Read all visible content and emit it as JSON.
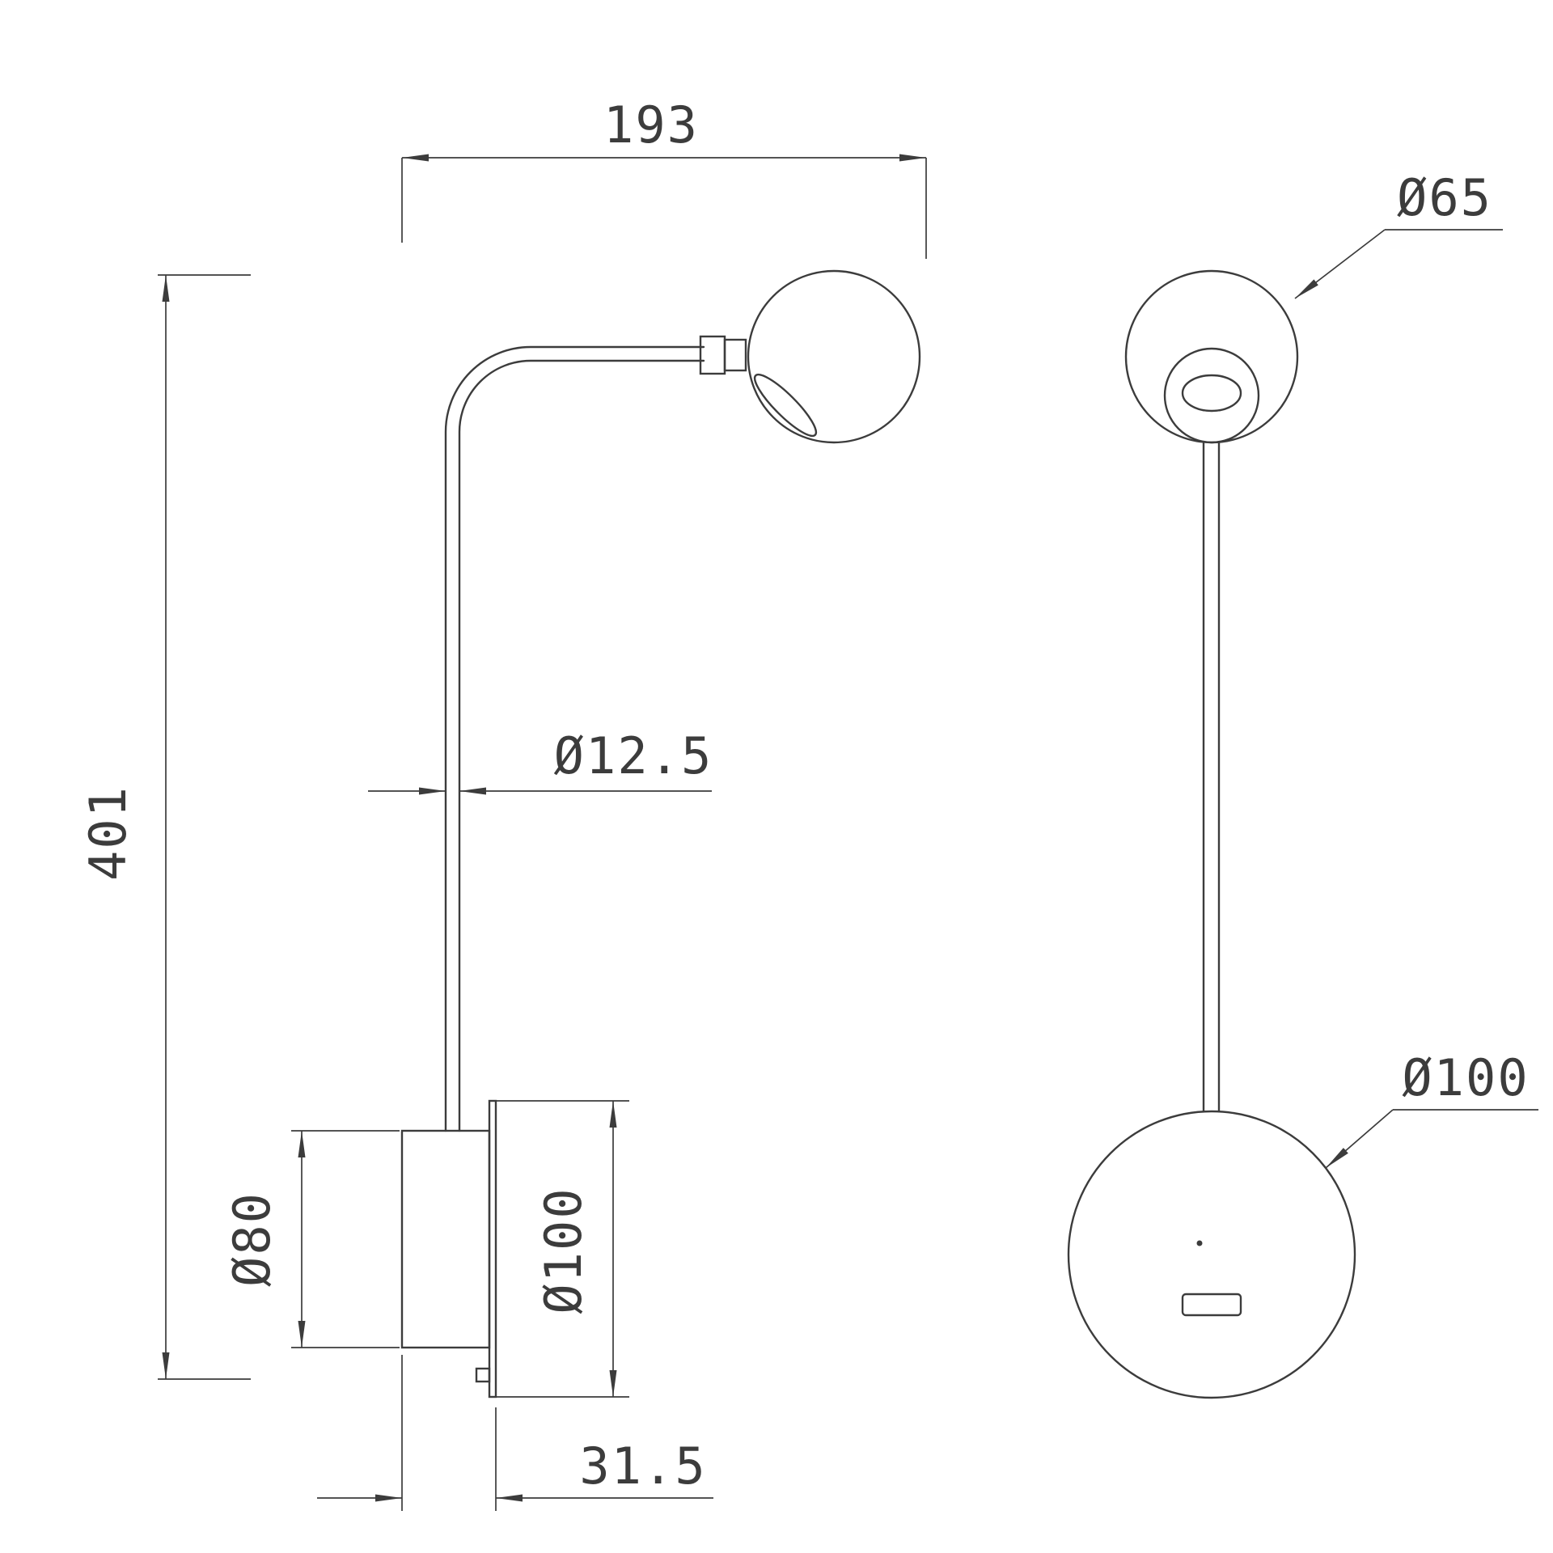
{
  "drawing": {
    "colors": {
      "line": "#3c3c3c",
      "background": "#ffffff"
    },
    "side_view": {
      "width_label": "193",
      "height_label": "401",
      "tube_diameter_label": "Ø12.5",
      "body_diameter_label": "Ø80",
      "plate_diameter_label": "Ø100",
      "depth_label": "31.5"
    },
    "front_view": {
      "head_diameter_label": "Ø65",
      "base_diameter_label": "Ø100"
    }
  }
}
